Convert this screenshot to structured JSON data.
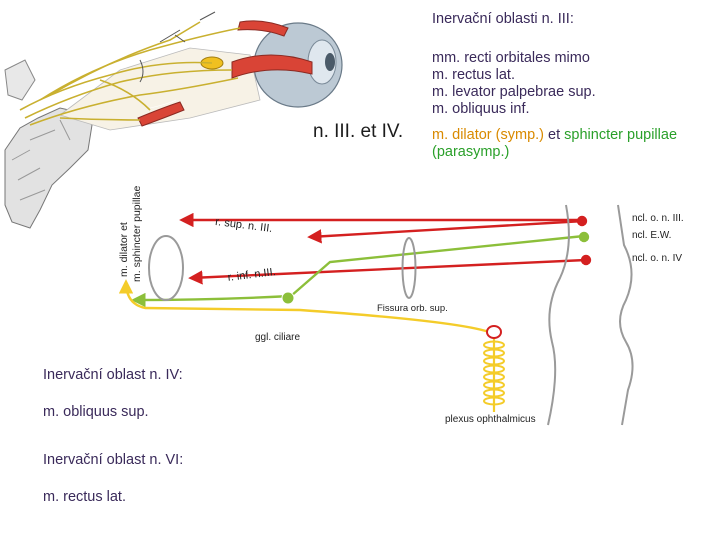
{
  "right_panel": {
    "heading": "Inervační oblasti n. III:",
    "items": [
      "mm. recti orbitales mimo",
      "m. rectus lat.",
      "m. levator palpebrae sup.",
      "m. obliquus inf."
    ],
    "pupil_line": {
      "part1": "m. dilator (symp.)",
      "part2": " et ",
      "part3": "sphincter pupillae",
      "part4": "(parasymp.)"
    }
  },
  "figure": {
    "nerve_label": "n. III. et IV."
  },
  "diagram": {
    "nuclei": [
      "ncl. o. n. III.",
      "ncl. E.W.",
      "ncl. o. n. IV"
    ],
    "r_sup": "r. sup. n. III.",
    "r_inf": "r. inf. n.III.",
    "fissura": "Fissura orb. sup.",
    "ggl": "ggl. ciliare",
    "plexus": "plexus ophthalmicus",
    "muscle_label_1": "m. dilator et",
    "muscle_label_2": "m. sphincter pupillae",
    "colors": {
      "red": "#d42020",
      "green": "#8cbf3a",
      "yellow": "#f4cc2a",
      "gray": "#9a9a9a"
    }
  },
  "left_bottom": {
    "n4_heading": "Inervační oblast n. IV:",
    "n4_item": "m. obliquus sup.",
    "n6_heading": "Inervační oblast n. VI:",
    "n6_item": "m. rectus lat."
  }
}
